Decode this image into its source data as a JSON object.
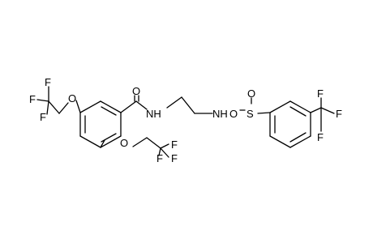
{
  "atoms": {
    "f1": "F",
    "f2": "F",
    "f3": "F",
    "o_ether1": "O",
    "o_carbonyl": "O",
    "nh_amide": "NH",
    "o_ether2": "O",
    "f4": "F",
    "f5": "F",
    "f6": "F",
    "nh_amine": "NH",
    "o_link": "O",
    "s": "S",
    "o_sulfinyl": "O",
    "f7": "F",
    "f8": "F",
    "f9": "F"
  },
  "colors": {
    "ink": "#000000",
    "background": "#ffffff"
  }
}
